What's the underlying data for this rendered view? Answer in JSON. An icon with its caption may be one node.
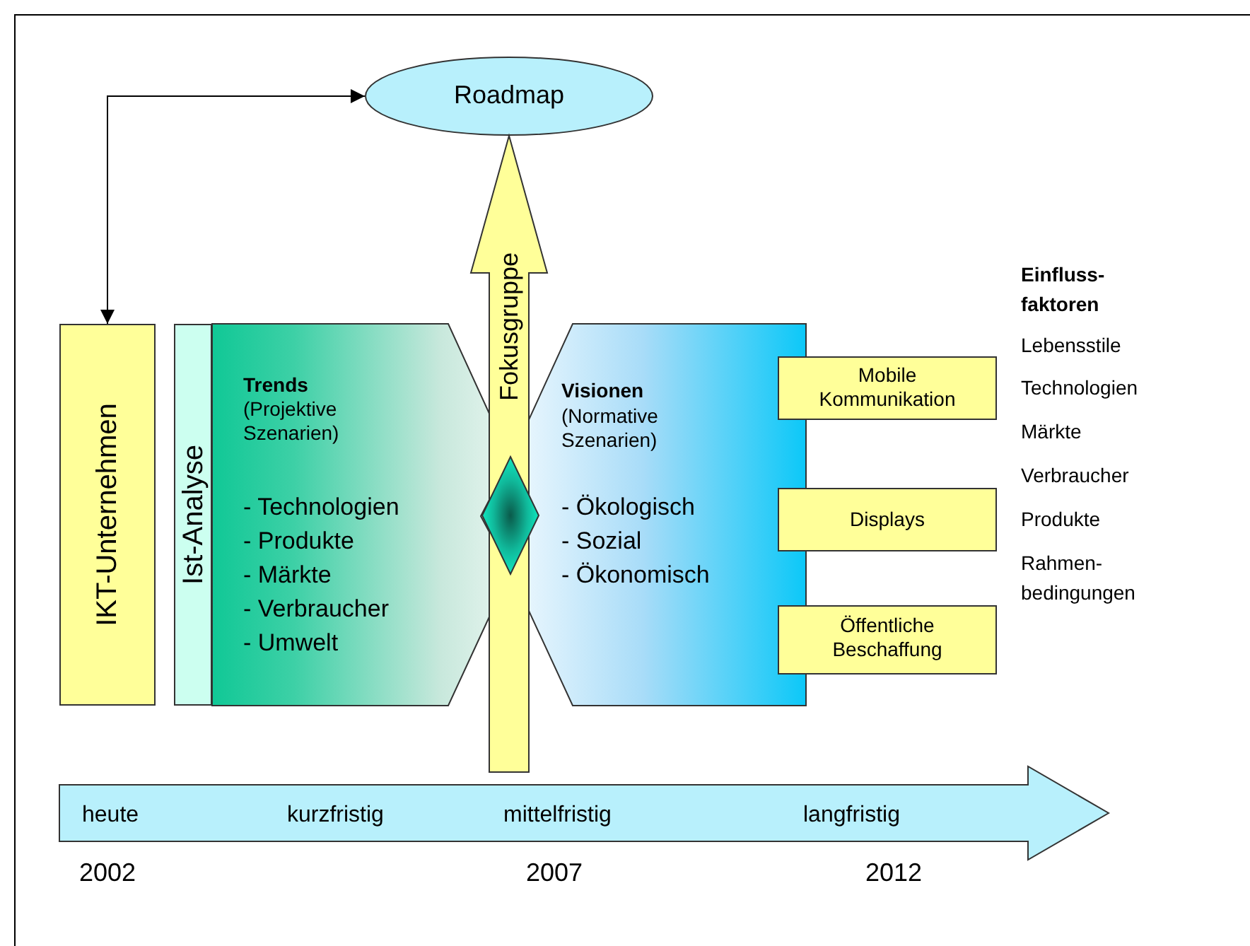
{
  "diagram": {
    "nodes": [
      {
        "text": [
          "Roadmap"
        ]
      },
      {
        "text": [
          "IKT-Unternehmen"
        ]
      },
      {
        "text": [
          "Ist-Analyse"
        ]
      },
      {
        "text": [
          "Trends",
          "(Projektive Szenarien)",
          "- Technologien",
          "- Produkte",
          "- Märkte",
          "- Verbraucher",
          "- Umwelt"
        ]
      },
      {
        "text": [],
        "shape": "diamond"
      },
      {
        "text": [
          "Visionen",
          "(Normative Szenarien)",
          "- Ökologisch",
          "- Sozial",
          "- Ökonomisch"
        ]
      },
      {
        "text": [
          "Mobile Kommunikation"
        ]
      },
      {
        "text": [
          "Displays"
        ]
      },
      {
        "text": [
          "Öffentliche Beschaffung"
        ]
      },
      {
        "text": [
          "heute",
          "kurzfristig",
          "mittelfristig",
          "langfristig"
        ]
      }
    ],
    "edges": [
      {
        "from": 1,
        "to": 0,
        "arrow": "both"
      },
      {
        "from": null,
        "to": 0,
        "arrow": "to",
        "label": "Fokusgruppe",
        "style": "thick"
      }
    ],
    "labels": [
      "Einfluss- faktoren",
      "Lebensstile",
      "Technologien",
      "Märkte",
      "Verbraucher",
      "Produkte",
      "Rahmen- bedingungen",
      "2002",
      "2007",
      "2012"
    ]
  }
}
